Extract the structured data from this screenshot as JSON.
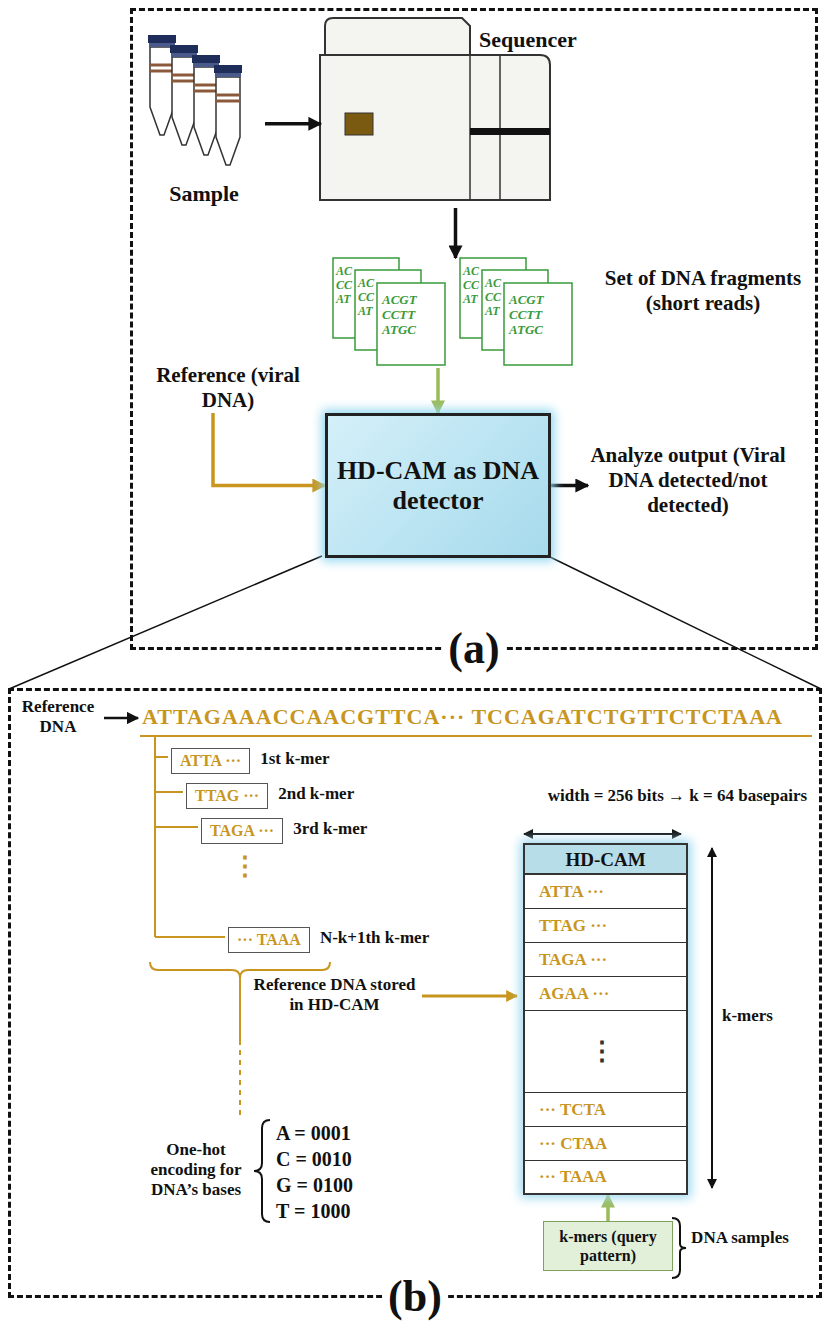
{
  "diagram": {
    "nodes": [
      {
        "text": [
          "(a)"
        ]
      },
      {
        "text": [
          "Sample"
        ],
        "in": 0
      },
      {
        "text": [
          "Sequencer"
        ],
        "in": 0
      },
      {
        "text": [
          "Set of DNA fragments (short reads)"
        ],
        "in": 0
      },
      {
        "text": [
          "Reference (viral DNA)"
        ],
        "in": 0
      },
      {
        "text": [
          "HD-CAM as DNA detector"
        ],
        "in": 0
      },
      {
        "text": [
          "Analyze output (Viral DNA detected/not detected)"
        ],
        "in": 0
      },
      {
        "text": [
          "(b)"
        ]
      },
      {
        "text": [
          "ATTA ···"
        ],
        "in": 7
      },
      {
        "text": [
          "TTAG ···"
        ],
        "in": 7
      },
      {
        "text": [
          "TAGA ···"
        ],
        "in": 7
      },
      {
        "text": [
          "··· TAAA"
        ],
        "in": 7
      },
      {
        "text": [
          "HD-CAM"
        ],
        "in": 7
      },
      {
        "text": [
          "ATTA ···"
        ],
        "in": 12
      },
      {
        "text": [
          "TTAG ···"
        ],
        "in": 12
      },
      {
        "text": [
          "TAGA ···"
        ],
        "in": 12
      },
      {
        "text": [
          "AGAA ···"
        ],
        "in": 12
      },
      {
        "text": [
          "⋮"
        ],
        "in": 12
      },
      {
        "text": [
          "··· TCTA"
        ],
        "in": 12
      },
      {
        "text": [
          "··· CTAA"
        ],
        "in": 12
      },
      {
        "text": [
          "··· TAAA"
        ],
        "in": 12
      },
      {
        "text": [
          "k-mers (query pattern)"
        ],
        "in": 7
      }
    ],
    "edges": [
      {
        "from": 1,
        "to": 2,
        "arrow": "to"
      },
      {
        "from": 2,
        "to": 3,
        "arrow": "to"
      },
      {
        "from": 3,
        "to": 5,
        "arrow": "to"
      },
      {
        "from": 4,
        "to": 5,
        "arrow": "to"
      },
      {
        "from": 5,
        "to": 6,
        "arrow": "to"
      },
      {
        "from": 21,
        "to": 12,
        "arrow": "to"
      }
    ],
    "labels": [
      "AC CC AT",
      "AC CC AT",
      "ACGT CCTT ATGC",
      "AC CC AT",
      "AC CC AT",
      "ACGT CCTT ATGC",
      "Reference DNA",
      "ATTAGAAACCAACGTTCA··· TCCAGATCTGTTCTCTAAA",
      "1st k-mer",
      "2nd k-mer",
      "3rd k-mer",
      "⋮",
      "N-k+1th k-mer",
      "Reference DNA stored in HD-CAM",
      "One-hot encoding for DNA’s bases",
      "A = 0001",
      "C = 0010",
      "G = 0100",
      "T = 1000",
      "width = 256 bits → k = 64 basepairs",
      "k-mers",
      "DNA samples"
    ]
  }
}
